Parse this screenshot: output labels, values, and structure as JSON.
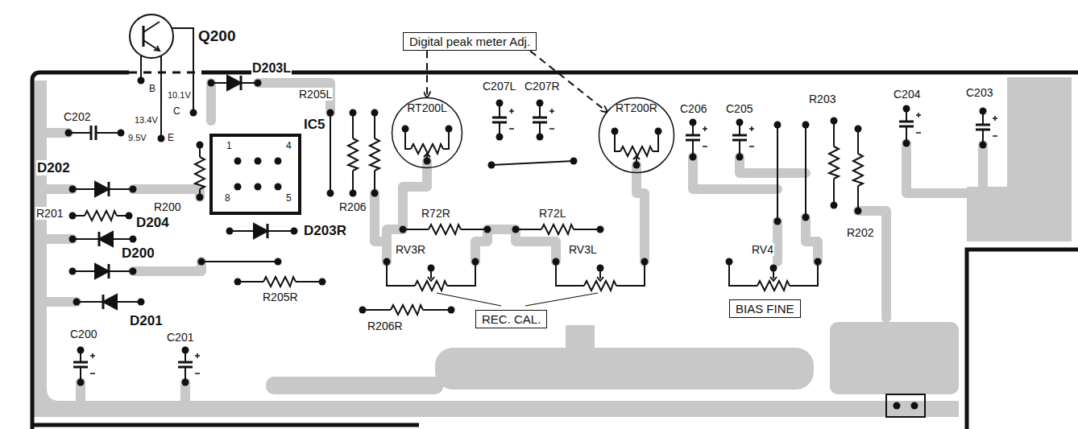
{
  "diagram": {
    "nodes": [
      {
        "text": [
          "Digital peak meter Adj."
        ]
      },
      {
        "text": [
          "RT200L"
        ]
      },
      {
        "text": [
          "RT200R"
        ]
      },
      {
        "text": [
          "REC. CAL."
        ]
      },
      {
        "text": [
          "BIAS FINE"
        ]
      }
    ],
    "edges": [
      {
        "from": 0,
        "to": 1,
        "arrow": "to"
      },
      {
        "from": 0,
        "to": 2,
        "arrow": "to"
      }
    ],
    "labels": [
      "Q200",
      "D203L",
      "B",
      "10.1V",
      "C",
      "13.4V",
      "9.5V",
      "E",
      "C202",
      "R205L",
      "IC5",
      "C207L",
      "C207R",
      "C206",
      "C205",
      "R203",
      "C204",
      "C203",
      "1",
      "4",
      "D202",
      "8",
      "5",
      "R200",
      "R206",
      "R72R",
      "R72L",
      "R201",
      "D204",
      "D203R",
      "R202",
      "RV3R",
      "RV3L",
      "D200",
      "RV4",
      "R205R",
      "D201",
      "R206R",
      "C200",
      "C201"
    ]
  }
}
